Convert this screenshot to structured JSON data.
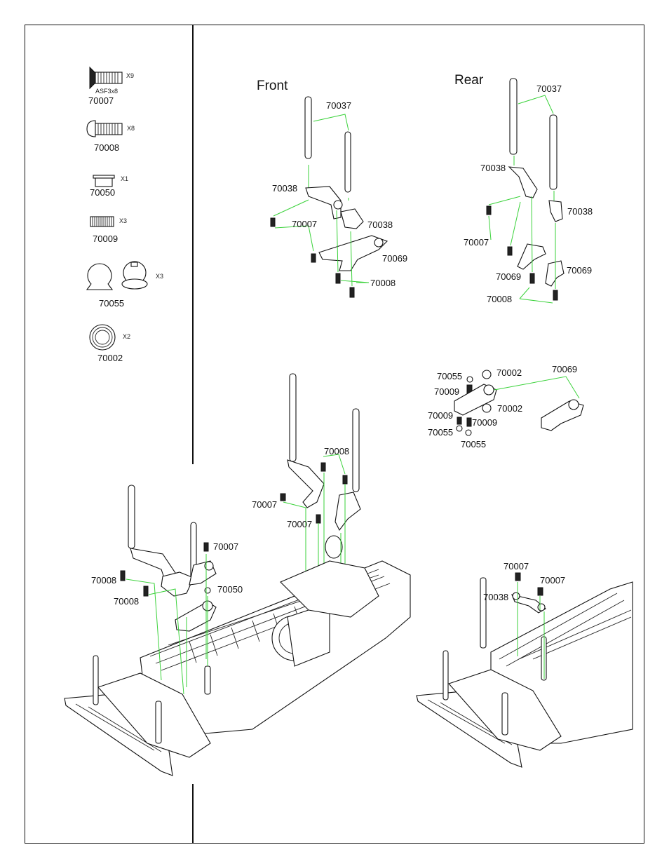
{
  "parts_list": [
    {
      "code": "70007",
      "qty": "X9",
      "note": "ASF3x8",
      "icon": "flat-head-screw-icon"
    },
    {
      "code": "70008",
      "qty": "X8",
      "note": "",
      "icon": "button-head-screw-icon"
    },
    {
      "code": "70050",
      "qty": "X1",
      "note": "",
      "icon": "spacer-icon"
    },
    {
      "code": "70009",
      "qty": "X3",
      "note": "",
      "icon": "set-screw-icon"
    },
    {
      "code": "70055",
      "qty": "X3",
      "note": "",
      "icon": "ball-stud-icon"
    },
    {
      "code": "70002",
      "qty": "X2",
      "note": "",
      "icon": "bearing-icon"
    }
  ],
  "front_section": {
    "title": "Front",
    "labels": {
      "post": "70037",
      "arm_left": "70038",
      "arm_right": "70038",
      "screw_flat": "70007",
      "plate": "70069",
      "screw_button": "70008"
    }
  },
  "rear_section": {
    "title": "Rear",
    "labels": {
      "post": "70037",
      "arm_left": "70038",
      "arm_right": "70038",
      "screw_flat": "70007",
      "plate_left": "70069",
      "plate_right": "70069",
      "screw_button": "70008"
    }
  },
  "subassembly": {
    "labels": {
      "ball_top": "70055",
      "bearing_top": "70002",
      "setscrew_top": "70009",
      "plate": "70069",
      "bearing_bottom": "70002",
      "setscrew_left": "70009",
      "setscrew_right": "70009",
      "ball_left": "70055",
      "ball_bottom": "70055"
    }
  },
  "middle_assembly": {
    "labels": {
      "screw_button": "70008",
      "screw_flat_a": "70007",
      "screw_flat_b": "70007"
    }
  },
  "left_assembly": {
    "labels": {
      "screw_flat": "70007",
      "screw_button_a": "70008",
      "screw_button_b": "70008",
      "spacer": "70050"
    }
  },
  "right_assembly": {
    "labels": {
      "screw_flat_a": "70007",
      "screw_flat_b": "70007",
      "arm": "70038"
    }
  }
}
